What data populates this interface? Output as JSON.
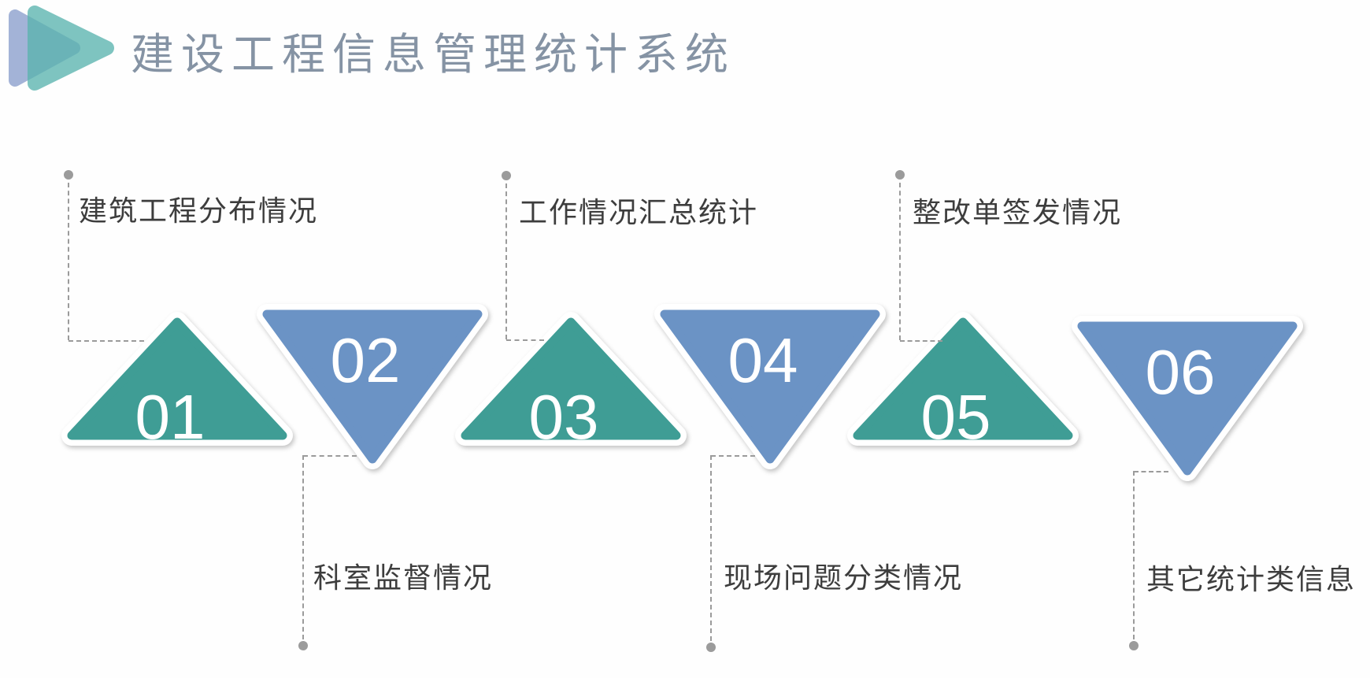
{
  "slide": {
    "title": "建设工程信息管理统计系统"
  },
  "logo": {
    "icon": "play-triangles-icon"
  },
  "items": [
    {
      "number": "01",
      "label": "建筑工程分布情况",
      "shape": "triangle-up",
      "color": "#3F9D95",
      "label_position": "top"
    },
    {
      "number": "02",
      "label": "科室监督情况",
      "shape": "triangle-down",
      "color": "#6B93C5",
      "label_position": "bottom"
    },
    {
      "number": "03",
      "label": "工作情况汇总统计",
      "shape": "triangle-up",
      "color": "#3F9D95",
      "label_position": "top"
    },
    {
      "number": "04",
      "label": "现场问题分类情况",
      "shape": "triangle-down",
      "color": "#6B93C5",
      "label_position": "bottom"
    },
    {
      "number": "05",
      "label": "整改单签发情况",
      "shape": "triangle-up",
      "color": "#3F9D95",
      "label_position": "top"
    },
    {
      "number": "06",
      "label": "其它统计类信息",
      "shape": "triangle-down",
      "color": "#6B93C5",
      "label_position": "bottom"
    }
  ],
  "colors": {
    "teal": "#3F9D95",
    "blue": "#6B93C5",
    "connector": "#9B9B9B",
    "label": "#3D3D3D",
    "title": "#8593A4",
    "number": "#FFFFFF",
    "logoBlue": "#9FAFD5",
    "logoTeal": "#5BB4AF"
  }
}
